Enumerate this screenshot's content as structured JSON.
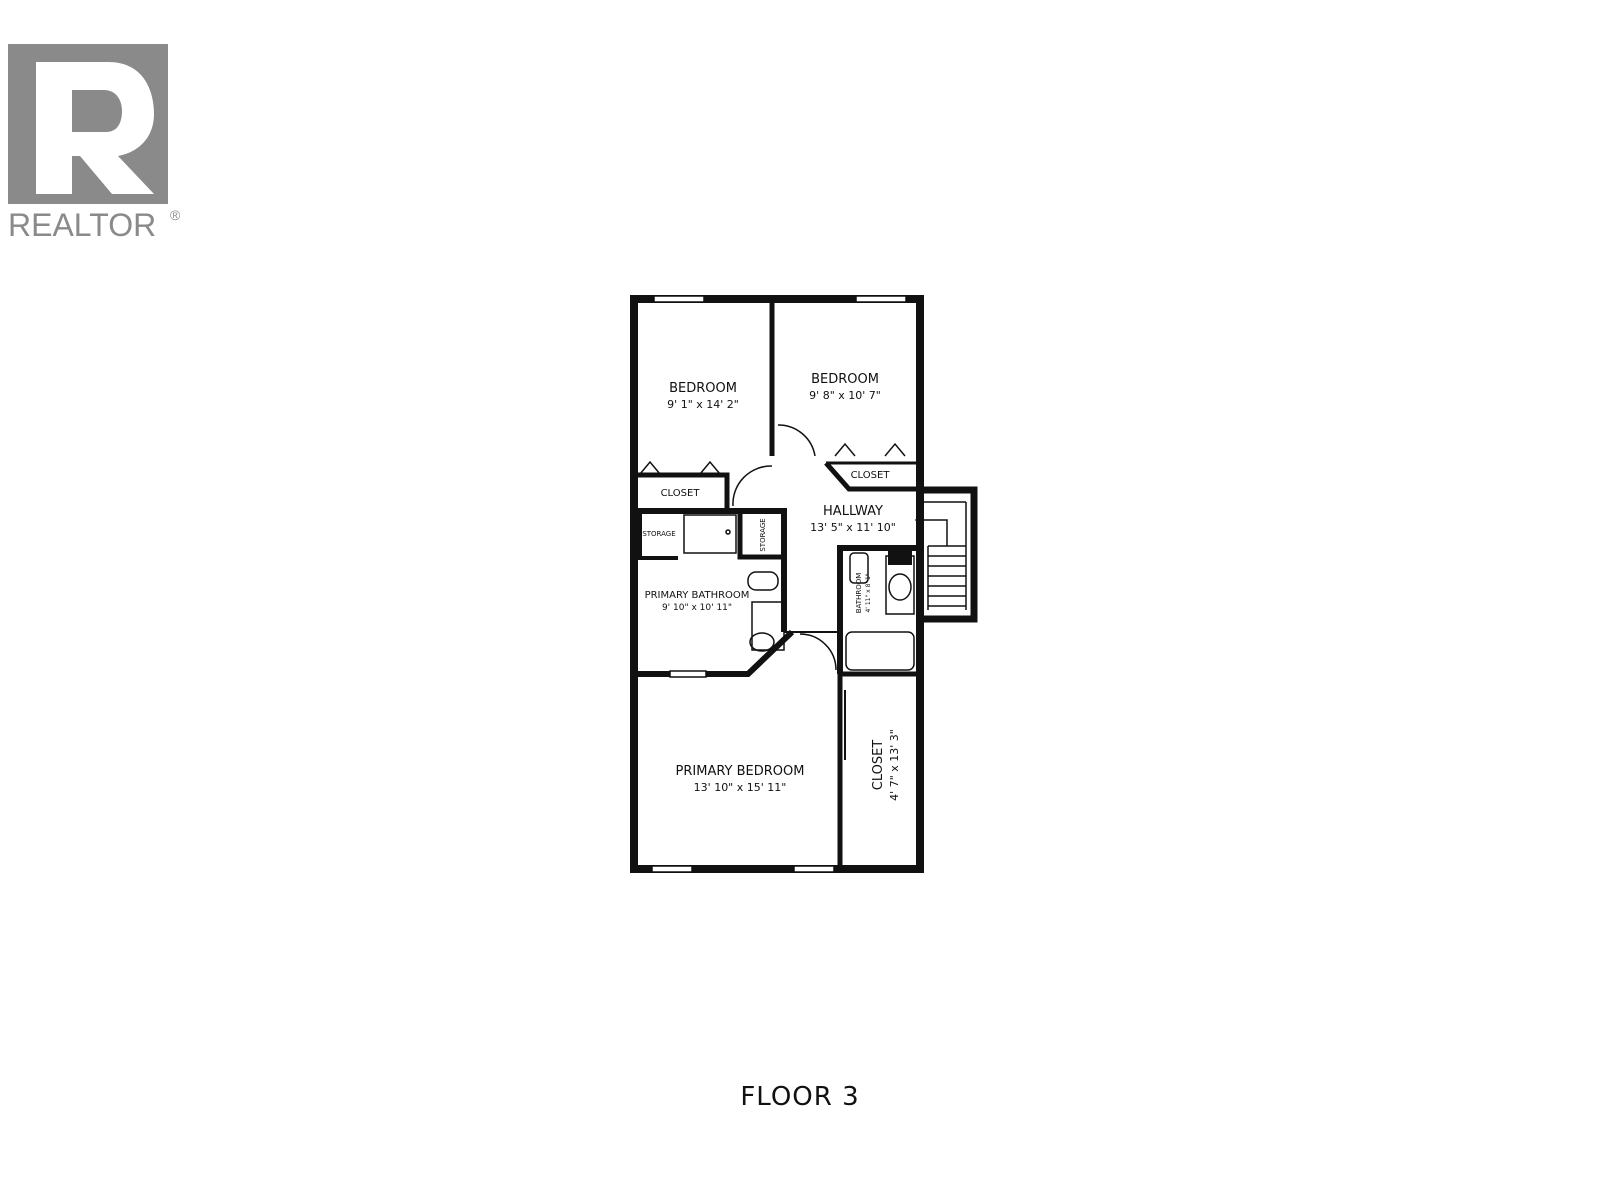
{
  "logo": {
    "wordmark": "REALTOR",
    "registered": "®",
    "color": "#8a8a8a"
  },
  "floor_label": "FLOOR 3",
  "rooms": {
    "bedroom_a": {
      "name": "BEDROOM",
      "dims": "9' 1\" x 14' 2\""
    },
    "bedroom_b": {
      "name": "BEDROOM",
      "dims": "9' 8\" x 10' 7\""
    },
    "closet_a": {
      "name": "CLOSET"
    },
    "closet_b": {
      "name": "CLOSET"
    },
    "hallway": {
      "name": "HALLWAY",
      "dims": "13' 5\" x 11' 10\""
    },
    "storage_a": {
      "name": "STORAGE"
    },
    "storage_b": {
      "name": "STORAGE"
    },
    "primary_bath": {
      "name": "PRIMARY BATHROOM",
      "dims": "9' 10\" x 10' 11\""
    },
    "bathroom": {
      "name": "BATHROOM",
      "dims": "4' 11\" x 8' 1\""
    },
    "primary_bedroom": {
      "name": "PRIMARY BEDROOM",
      "dims": "13' 10\" x 15' 11\""
    },
    "walk_closet": {
      "name": "CLOSET",
      "dims": "4' 7\" x 13' 3\""
    }
  }
}
